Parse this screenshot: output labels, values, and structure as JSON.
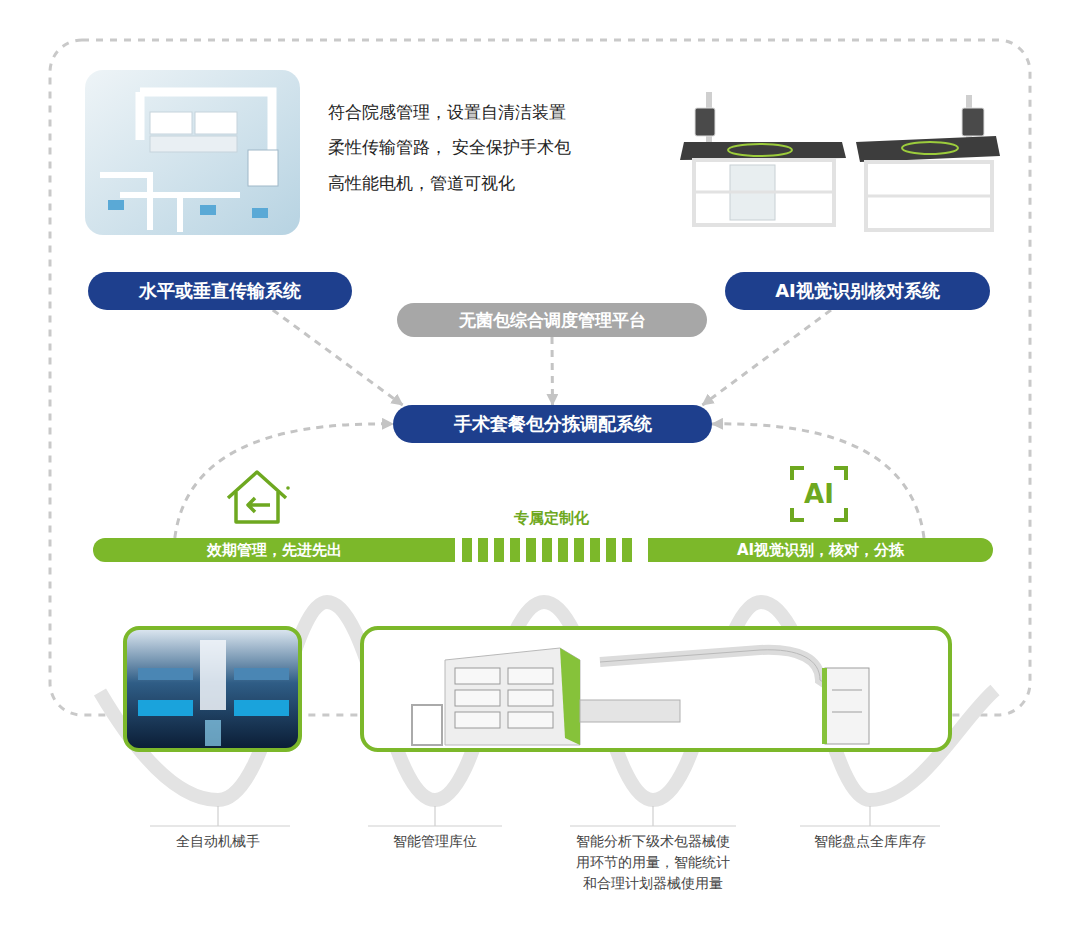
{
  "diagram": {
    "nodes": [
      {
        "text": [
          "水平或垂直传输系统"
        ]
      },
      {
        "text": [
          "AI视觉识别核对系统"
        ]
      },
      {
        "text": [
          "无菌包综合调度管理平台"
        ]
      },
      {
        "text": [
          "手术套餐包分拣调配系统"
        ]
      },
      {
        "text": [
          "效期管理，先进先出"
        ]
      },
      {
        "text": [
          "AI视觉识别，核对，分拣"
        ]
      }
    ],
    "edges": [
      {
        "from": 0,
        "to": 3,
        "arrow": "to"
      },
      {
        "from": 2,
        "to": 3,
        "arrow": "to"
      },
      {
        "from": 1,
        "to": 3,
        "arrow": "to"
      },
      {
        "from": 4,
        "to": 3,
        "arrow": "to"
      },
      {
        "from": 5,
        "to": 3,
        "arrow": "to"
      }
    ],
    "labels": [
      "符合院感管理，设置自清洁装置",
      "柔性传输管路， 安全保护手术包",
      "高性能电机，管道可视化",
      "AI",
      "专属定制化",
      "全自动机械手",
      "智能管理库位",
      "智能分析下级术包器械使用环节的用量，智能统计和合理计划器械使用量",
      "智能盘点全库库存"
    ]
  }
}
